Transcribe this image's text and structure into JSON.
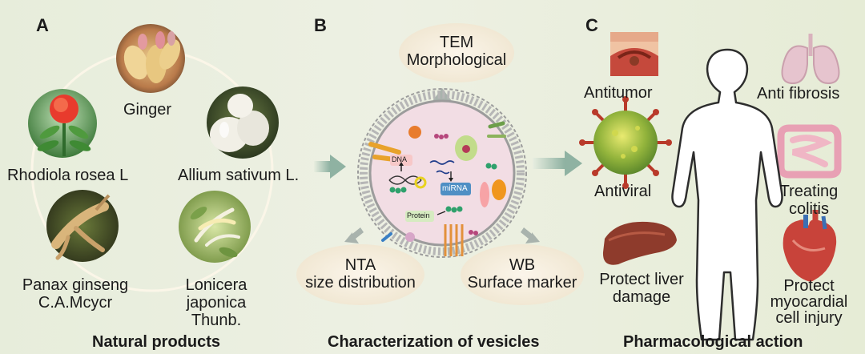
{
  "panels": {
    "a": "A",
    "b": "B",
    "c": "C"
  },
  "natural_products": {
    "caption": "Natural products",
    "ginger": "Ginger",
    "rhodiola": "Rhodiola rosea L",
    "allium": "Allium sativum L.",
    "panax_1": "Panax ginseng",
    "panax_2": "C.A.Mcycr",
    "lonicera_1": "Lonicera",
    "lonicera_2": "japonica",
    "lonicera_3": "Thunb."
  },
  "characterization": {
    "caption": "Characterization of vesicles",
    "tem_1": "TEM",
    "tem_2": "Morphological",
    "nta_1": "NTA",
    "nta_2": "size distribution",
    "wb_1": "WB",
    "wb_2": "Surface marker",
    "dna": "DNA",
    "mirna": "miRNA",
    "protein": "Protein"
  },
  "pharmacological": {
    "caption": "Pharmacological action",
    "antitumor": "Antitumor",
    "antifibrosis": "Anti fibrosis",
    "antiviral": "Antiviral",
    "colitis_1": "Treating",
    "colitis_2": "colitis",
    "liver_1": "Protect liver",
    "liver_2": "damage",
    "myo_1": "Protect",
    "myo_2": "myocardial",
    "myo_3": "cell injury"
  },
  "colors": {
    "ellipse": "#f7f0e1",
    "arrow": "#9fb8ac",
    "membrane": "#a9a9a9",
    "vesicle_fill": "#f2dde4",
    "virus": "#b93a2a",
    "liver": "#8e3b2c"
  },
  "icons": [
    "ginger-icon",
    "rhodiola-icon",
    "garlic-icon",
    "ginseng-icon",
    "honeysuckle-icon",
    "vesicle-icon",
    "tumor-icon",
    "lungs-icon",
    "virus-icon",
    "intestine-icon",
    "liver-icon",
    "heart-icon",
    "human-body-icon"
  ]
}
